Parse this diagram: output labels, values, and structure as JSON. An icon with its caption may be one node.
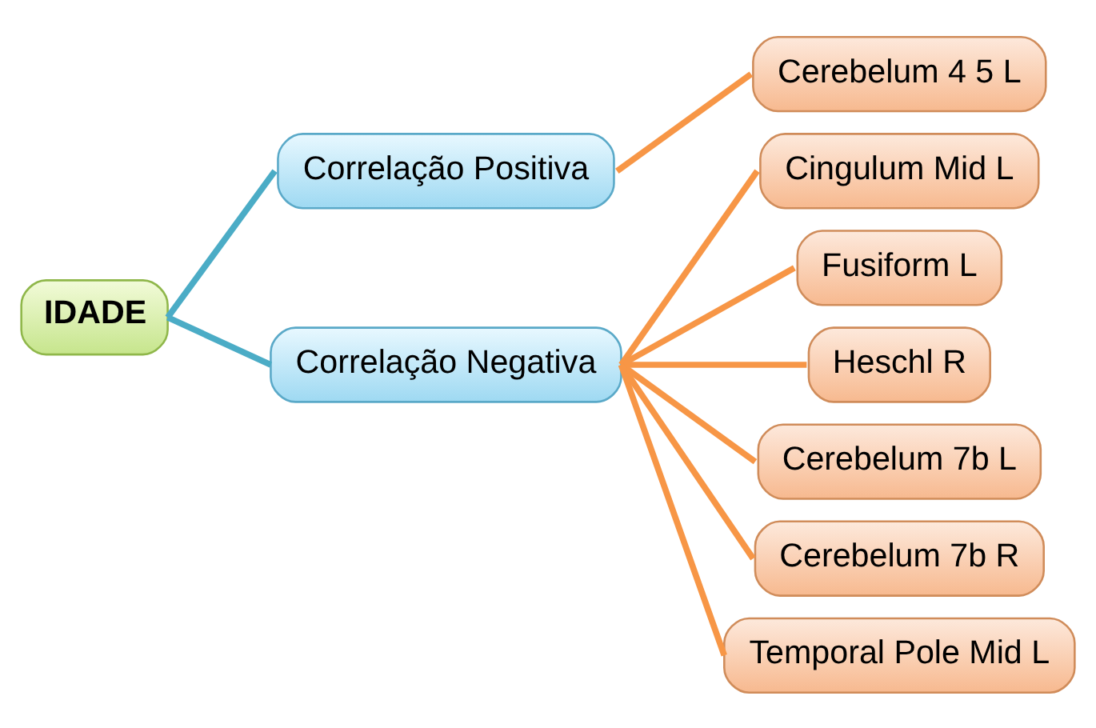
{
  "diagram": {
    "nodes": [
      {
        "text": [
          "IDADE"
        ]
      },
      {
        "text": [
          "Correlação Positiva"
        ]
      },
      {
        "text": [
          "Correlação Negativa"
        ]
      },
      {
        "text": [
          "Cerebelum 4 5 L"
        ]
      },
      {
        "text": [
          "Cingulum Mid L"
        ]
      },
      {
        "text": [
          "Fusiform L"
        ]
      },
      {
        "text": [
          "Heschl R"
        ]
      },
      {
        "text": [
          "Cerebelum 7b L"
        ]
      },
      {
        "text": [
          "Cerebelum 7b R"
        ]
      },
      {
        "text": [
          "Temporal Pole Mid L"
        ]
      }
    ],
    "edges": [
      {
        "from": 0,
        "to": 1,
        "arrow": "none",
        "color": "#4bacc6"
      },
      {
        "from": 0,
        "to": 2,
        "arrow": "none",
        "color": "#4bacc6"
      },
      {
        "from": 1,
        "to": 3,
        "arrow": "none"
      },
      {
        "from": 2,
        "to": 4,
        "arrow": "none"
      },
      {
        "from": 2,
        "to": 5,
        "arrow": "none"
      },
      {
        "from": 2,
        "to": 6,
        "arrow": "none"
      },
      {
        "from": 2,
        "to": 7,
        "arrow": "none"
      },
      {
        "from": 2,
        "to": 8,
        "arrow": "none"
      },
      {
        "from": 2,
        "to": 9,
        "arrow": "none"
      }
    ]
  }
}
